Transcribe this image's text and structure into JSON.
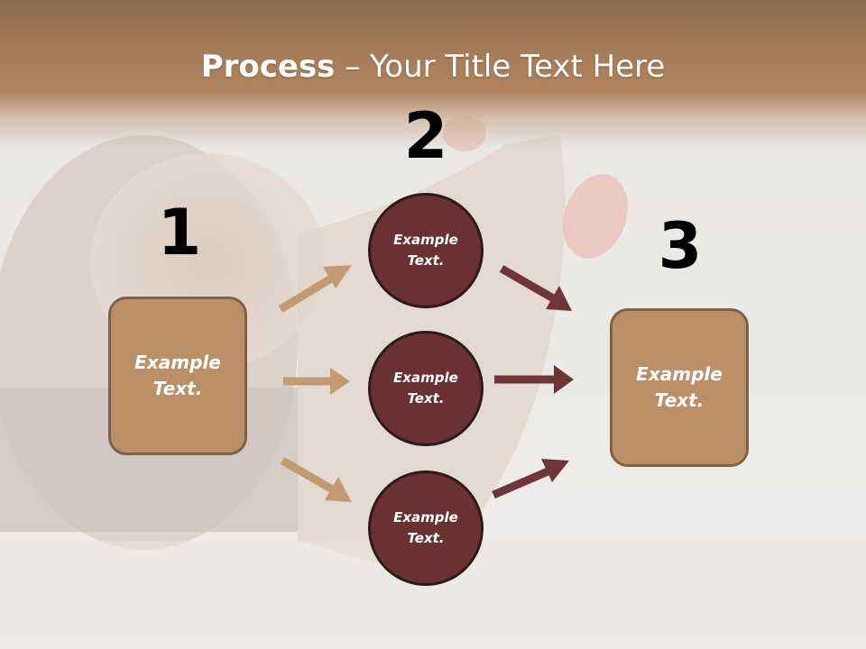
{
  "title": {
    "bold": "Process",
    "rest": " – Your Title Text Here"
  },
  "steps": [
    {
      "number": "1",
      "label": "Example Text."
    },
    {
      "number": "2",
      "labels": [
        "Example Text.",
        "Example Text.",
        "Example Text."
      ]
    },
    {
      "number": "3",
      "label": "Example Text."
    }
  ],
  "colors": {
    "header": "#a57c59",
    "box_fill": "#bb9068",
    "box_border": "#7f6148",
    "circle_fill": "#693131",
    "arrow_left": "#c39a72",
    "arrow_right": "#6e3636"
  }
}
